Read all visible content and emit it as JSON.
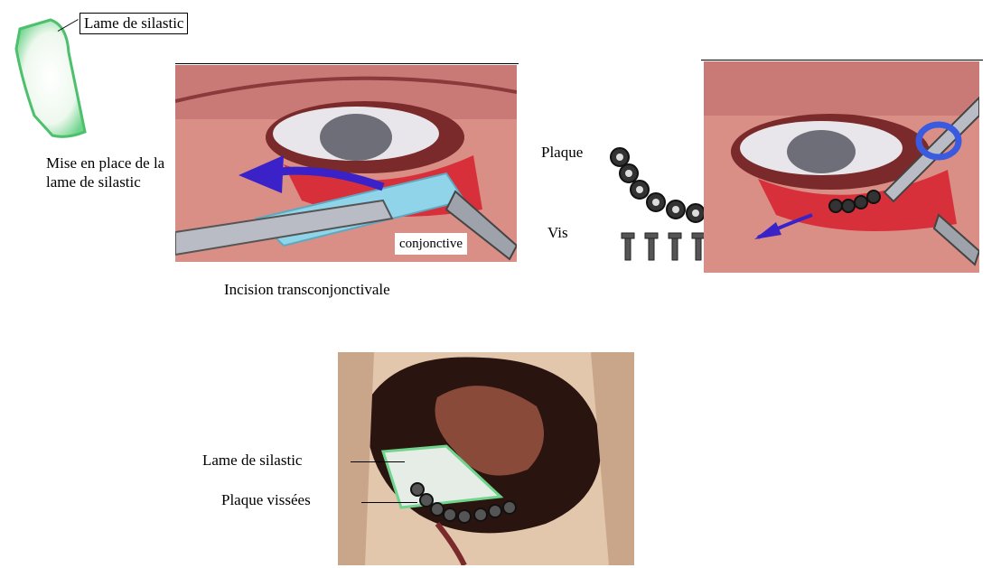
{
  "labels": {
    "silastic_sheet": "Lame de silastic",
    "placement_line1": "Mise en place de la",
    "placement_line2": "lame de silastic",
    "conjunctiva": "conjonctive",
    "caption_incision": "Incision transconjonctivale",
    "plate": "Plaque",
    "screws": "Vis",
    "bottom_silastic": "Lame de silastic",
    "bottom_plates": "Plaque vissées"
  },
  "colors": {
    "skin": "#d98f86",
    "skin_dark": "#b65a55",
    "tissue_red": "#d8303a",
    "sclera": "#e8e6ea",
    "iris": "#6e6e78",
    "silastic_green": "#6fd48c",
    "silastic_blue": "#8fd4e8",
    "arrow_blue": "#3a22c8",
    "metal": "#b9bcc4",
    "bone_dark": "#2a1410",
    "bone_light": "#e2c7ad"
  }
}
